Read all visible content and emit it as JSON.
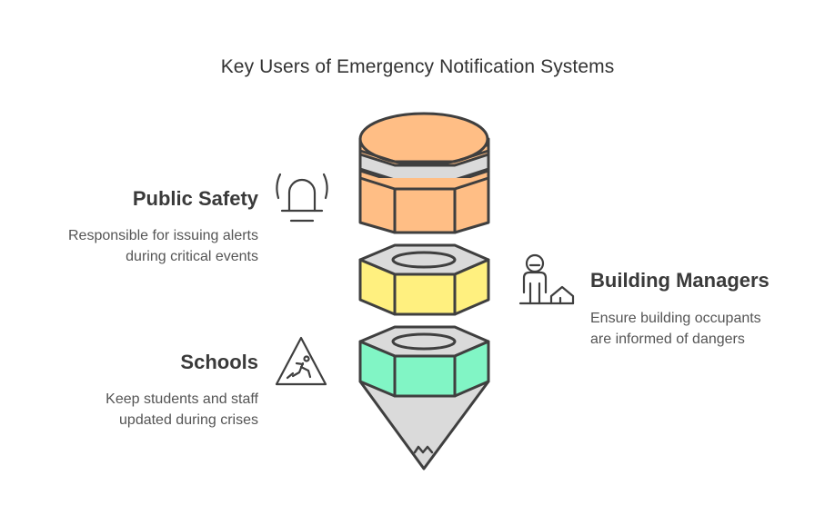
{
  "title": "Key Users of Emergency Notification Systems",
  "items": [
    {
      "heading": "Public Safety",
      "description_lines": [
        "Responsible for issuing alerts",
        "during critical events"
      ],
      "icon": "alarm-bell-icon",
      "color": "#FFBE85"
    },
    {
      "heading": "Building Managers",
      "description_lines": [
        "Ensure building occupants",
        "are informed of dangers"
      ],
      "icon": "person-house-icon",
      "color": "#FFF07F"
    },
    {
      "heading": "Schools",
      "description_lines": [
        "Keep students and staff",
        "updated during crises"
      ],
      "icon": "caution-sign-icon",
      "color": "#81F5C5"
    }
  ],
  "colors": {
    "outline": "#3F3F3F",
    "gray": "#DADADA",
    "text": "#434343"
  }
}
